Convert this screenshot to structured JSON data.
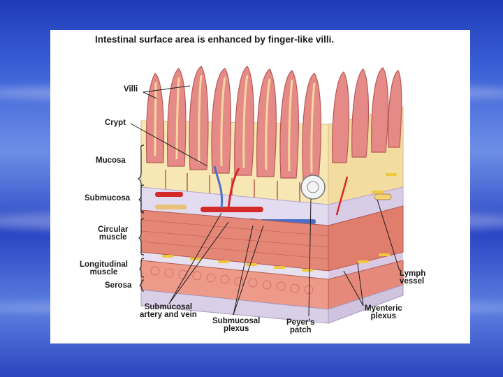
{
  "title": "Intestinal surface area is enhanced by finger-like villi.",
  "labels": {
    "villi": "Villi",
    "crypt": "Crypt",
    "mucosa": "Mucosa",
    "submucosa": "Submucosa",
    "circular_1": "Circular",
    "circular_2": "muscle",
    "longitudinal_1": "Longitudinal",
    "longitudinal_2": "muscle",
    "serosa": "Serosa",
    "sub_av_1": "Submucosal",
    "sub_av_2": "artery and vein",
    "sub_plex_1": "Submucosal",
    "sub_plex_2": "plexus",
    "peyer_1": "Peyer's",
    "peyer_2": "patch",
    "lymph_1": "Lymph",
    "lymph_2": "vessel",
    "myenteric_1": "Myenteric",
    "myenteric_2": "plexus"
  },
  "colors": {
    "background_blue": "#2a46c4",
    "villus": "#e58a86",
    "mucosa_tissue": "#f7e7b4",
    "submucosa": "#e3dcf0",
    "muscle": "#e58777",
    "artery": "#d42a2a",
    "vein": "#4a6fc8",
    "nerve": "#f0c83c"
  }
}
